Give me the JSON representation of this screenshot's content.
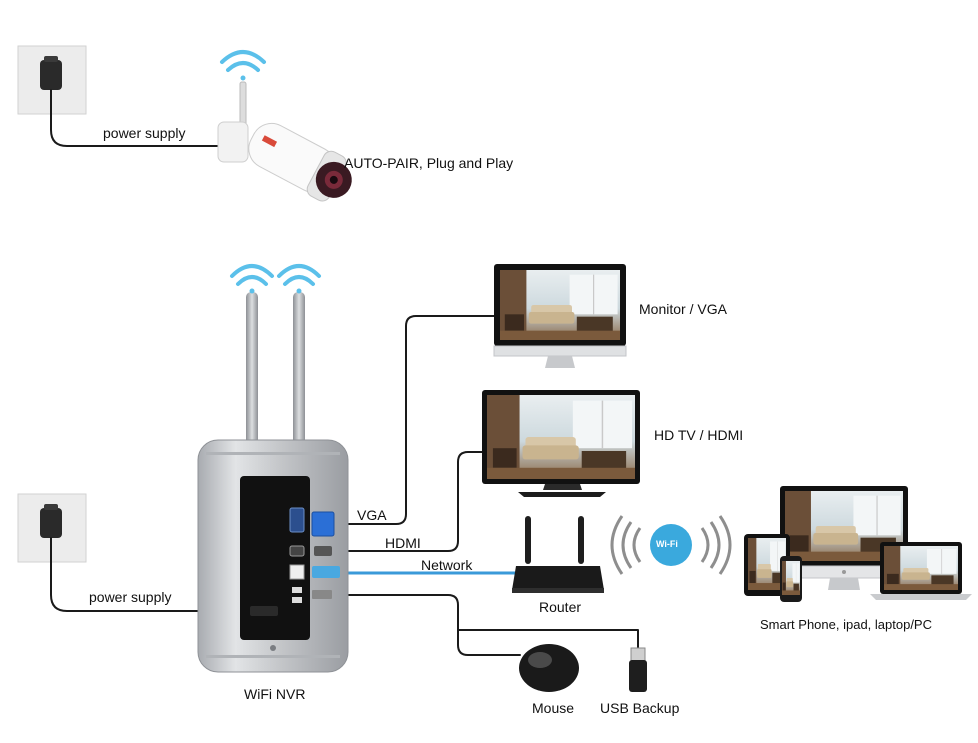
{
  "labels": {
    "power_supply_top": "power supply",
    "camera": "AUTO-PAIR,  Plug and Play",
    "monitor": "Monitor / VGA",
    "hdtv": "HD TV / HDMI",
    "vga": "VGA",
    "hdmi": "HDMI",
    "network": "Network",
    "router": "Router",
    "wifi_badge": "Wi-Fi",
    "devices": "Smart Phone, ipad, laptop/PC",
    "power_supply_bottom": "power supply",
    "nvr": "WiFi NVR",
    "mouse": "Mouse",
    "usb": "USB Backup"
  },
  "colors": {
    "cable": "#1a1a1a",
    "network_cable": "#3a9ad9",
    "wifi": "#5bc0ea",
    "nvr_body": "#c7c9cc",
    "nvr_panel": "#111111",
    "screen_sky": "#cfe0e8",
    "sofa": "#d8c7a8"
  }
}
